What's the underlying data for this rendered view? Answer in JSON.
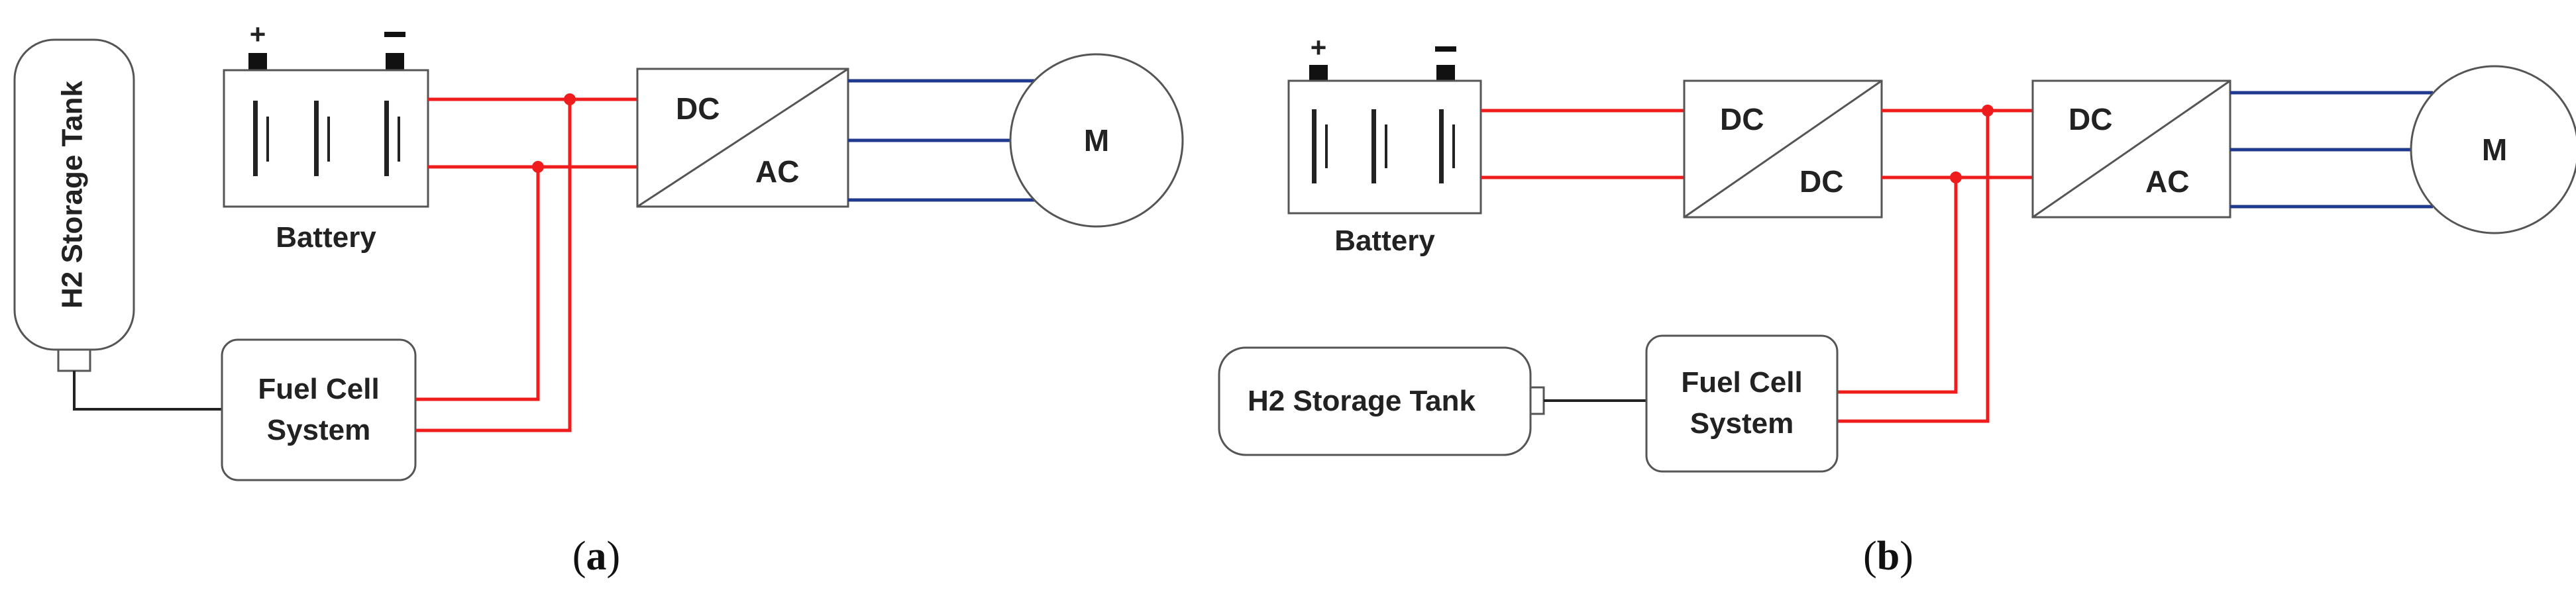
{
  "colors": {
    "dc_wire": "#ee1c1c",
    "ac_wire": "#1f3a8c",
    "h2_line": "#222222",
    "outline": "#555555",
    "text": "#222222"
  },
  "diagram_a": {
    "caption_open": "(",
    "caption_letter": "a",
    "caption_close": ")",
    "h2_tank": "H2 Storage Tank",
    "battery": "Battery",
    "battery_plus": "+",
    "fuel_cell_line1": "Fuel Cell",
    "fuel_cell_line2": "System",
    "inverter_dc": "DC",
    "inverter_ac": "AC",
    "motor": "M"
  },
  "diagram_b": {
    "caption_open": "(",
    "caption_letter": "b",
    "caption_close": ")",
    "h2_tank": "H2 Storage Tank",
    "battery": "Battery",
    "battery_plus": "+",
    "fuel_cell_line1": "Fuel Cell",
    "fuel_cell_line2": "System",
    "converter_dc_in": "DC",
    "converter_dc_out": "DC",
    "inverter_dc": "DC",
    "inverter_ac": "AC",
    "motor": "M"
  }
}
